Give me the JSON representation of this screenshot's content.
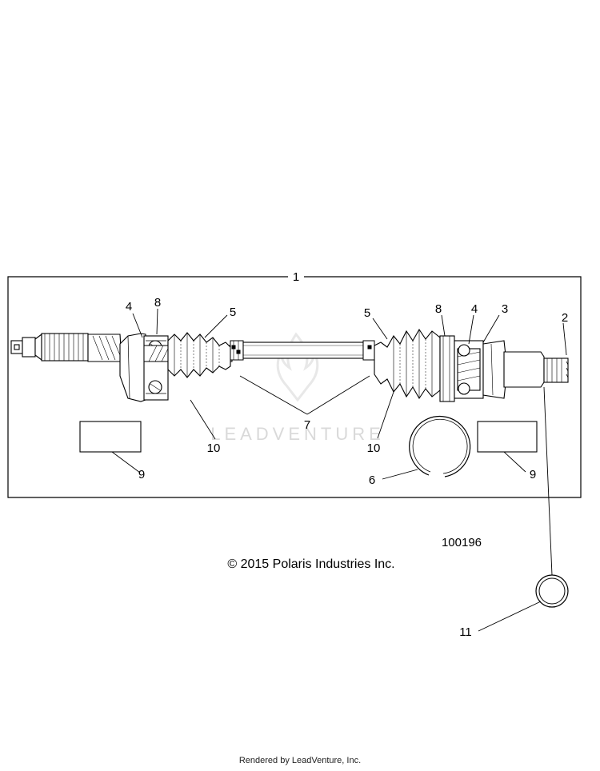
{
  "diagram": {
    "figure_number": "100196",
    "copyright": "© 2015 Polaris Industries Inc.",
    "watermark": "LEADVENTURE",
    "callouts": {
      "c1": "1",
      "c2": "2",
      "c3": "3",
      "c4a": "4",
      "c4b": "4",
      "c5a": "5",
      "c5b": "5",
      "c6": "6",
      "c7": "7",
      "c8a": "8",
      "c8b": "8",
      "c9a": "9",
      "c9b": "9",
      "c10a": "10",
      "c10b": "10",
      "c11": "11"
    }
  },
  "footer": {
    "text": "Rendered by LeadVenture, Inc."
  }
}
